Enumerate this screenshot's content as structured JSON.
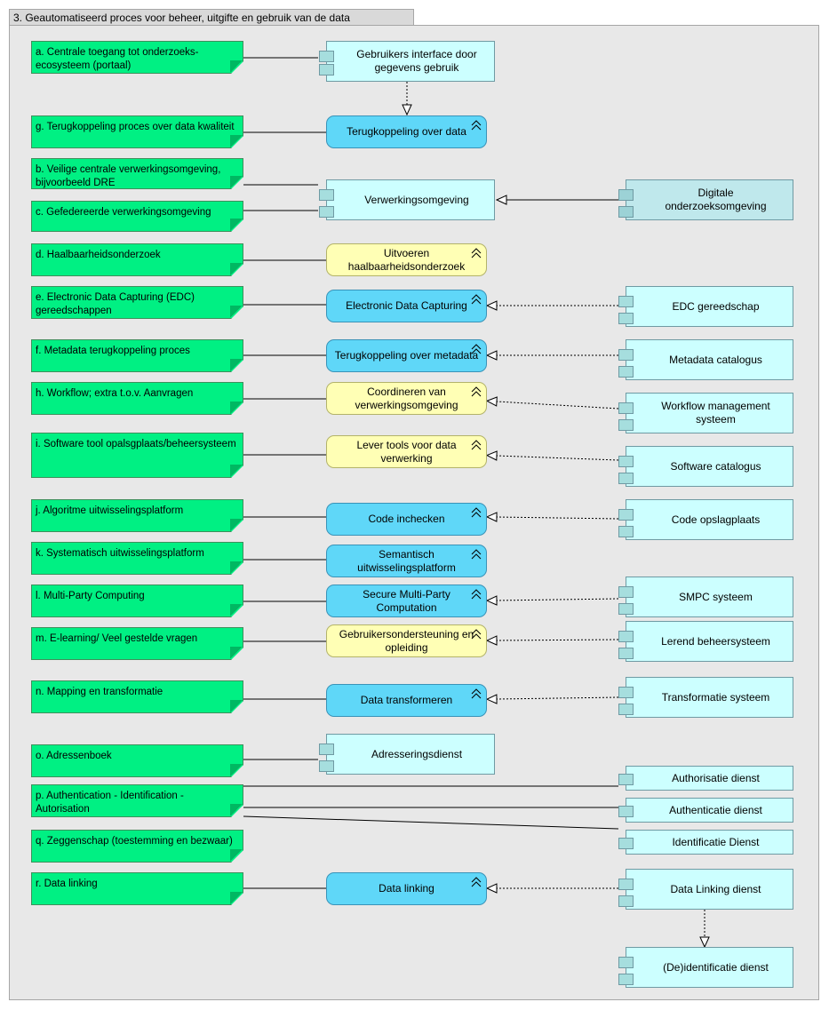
{
  "view": {
    "title": "3. Geautomatiseerd proces voor beheer, uitgifte en gebruik van de data"
  },
  "notes": {
    "a": "a. Centrale toegang tot onderzoeks- ecosysteem (portaal)",
    "g": "g. Terugkoppeling proces over data kwaliteit",
    "b": "b. Veilige centrale verwerkingsomgeving, bijvoorbeeld DRE",
    "c": "c. Gefedereerde verwerkingsomgeving",
    "d": "d. Haalbaarheidsonderzoek",
    "e": "e. Electronic Data Capturing (EDC) gereedschappen",
    "f": "f. Metadata terugkoppeling proces",
    "h": "h. Workflow; extra t.o.v. Aanvragen",
    "i": "i. Software tool opalsgplaats/beheersysteem",
    "j": "j. Algoritme uitwisselingsplatform",
    "k": "k. Systematisch uitwisselingsplatform",
    "l": "l. Multi-Party Computing",
    "m": "m. E-learning/ Veel gestelde vragen",
    "n": "n. Mapping en transformatie",
    "o": "o. Adressenboek",
    "p": "p. Authentication - Identification - Autorisation",
    "q": "q. Zeggenschap (toestemming en bezwaar)",
    "r": "r. Data linking"
  },
  "services": {
    "terugkoppeling_data": "Terugkoppeling over data",
    "haalbaarheid": "Uitvoeren haalbaarheidsonderzoek",
    "edc": "Electronic Data Capturing",
    "terugkoppeling_metadata": "Terugkoppeling over metadata",
    "coordineren": "Coordineren van verwerkingsomgeving",
    "lever_tools": "Lever tools voor data verwerking",
    "code_inchecken": "Code inchecken",
    "semantisch": "Semantisch uitwisselingsplatform",
    "smpc": "Secure Multi-Party Computation",
    "gebruikersondersteuning": "Gebruikersondersteuning en opleiding",
    "data_transformeren": "Data transformeren",
    "data_linking": "Data linking"
  },
  "components": {
    "gebruikers_interface": "Gebruikers interface door gegevens gebruik",
    "verwerkingsomgeving": "Verwerkingsomgeving",
    "digitale_onderzoeksomgeving": "Digitale onderzoeksomgeving",
    "edc_gereedschap": "EDC gereedschap",
    "metadata_catalogus": "Metadata catalogus",
    "workflow_management": "Workflow management systeem",
    "software_catalogus": "Software catalogus",
    "code_opslagplaats": "Code opslagplaats",
    "smpc_systeem": "SMPC systeem",
    "lerend_beheersysteem": "Lerend beheersysteem",
    "transformatie_systeem": "Transformatie systeem",
    "adresseringsdienst": "Adresseringsdienst",
    "authorisatie_dienst": "Authorisatie dienst",
    "authenticatie_dienst": "Authenticatie dienst",
    "identificatie_dienst": "Identificatie Dienst",
    "data_linking_dienst": "Data Linking dienst",
    "deidentificatie_dienst": "(De)identificatie dienst"
  },
  "colors": {
    "note": "#00f083",
    "service_blue": "#5fd7f8",
    "service_yellow": "#ffffb5",
    "component": "#ccffff",
    "frame": "#e8e8e8"
  }
}
